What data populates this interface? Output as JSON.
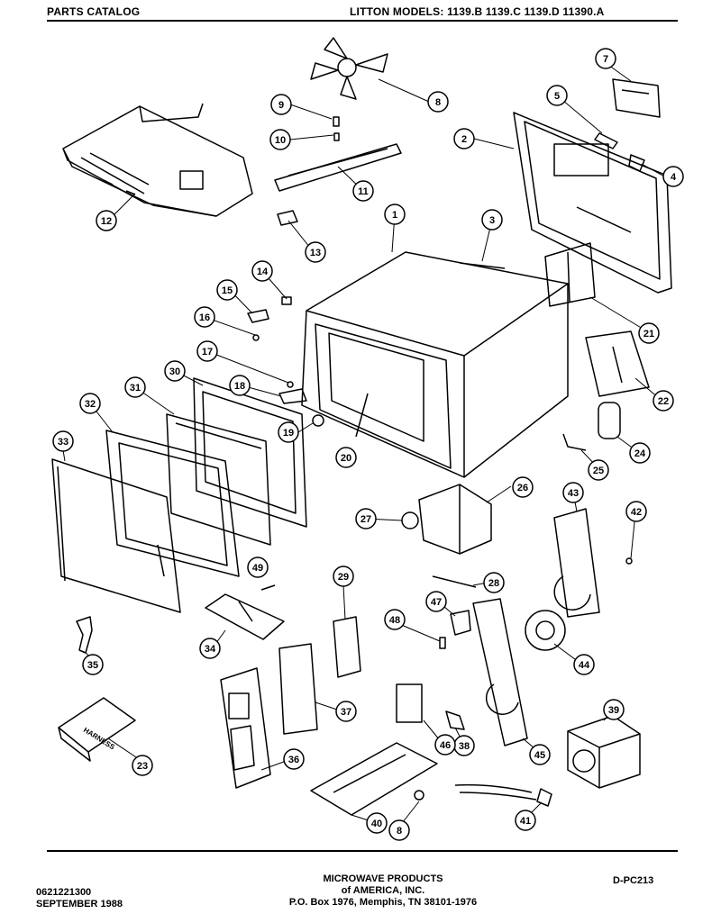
{
  "header": {
    "left": "PARTS CATALOG",
    "right": "LITTON MODELS: 1139.B  1139.C  1139.D  11390.A"
  },
  "callouts": [
    {
      "id": "c1",
      "label": "1"
    },
    {
      "id": "c2",
      "label": "2"
    },
    {
      "id": "c3",
      "label": "3"
    },
    {
      "id": "c4",
      "label": "4"
    },
    {
      "id": "c5",
      "label": "5"
    },
    {
      "id": "c7",
      "label": "7"
    },
    {
      "id": "c8a",
      "label": "8"
    },
    {
      "id": "c9",
      "label": "9"
    },
    {
      "id": "c10",
      "label": "10"
    },
    {
      "id": "c11",
      "label": "11"
    },
    {
      "id": "c12",
      "label": "12"
    },
    {
      "id": "c13",
      "label": "13"
    },
    {
      "id": "c14",
      "label": "14"
    },
    {
      "id": "c15",
      "label": "15"
    },
    {
      "id": "c16",
      "label": "16"
    },
    {
      "id": "c17",
      "label": "17"
    },
    {
      "id": "c18",
      "label": "18"
    },
    {
      "id": "c19",
      "label": "19"
    },
    {
      "id": "c20",
      "label": "20"
    },
    {
      "id": "c21",
      "label": "21"
    },
    {
      "id": "c22",
      "label": "22"
    },
    {
      "id": "c23",
      "label": "23"
    },
    {
      "id": "c24",
      "label": "24"
    },
    {
      "id": "c25",
      "label": "25"
    },
    {
      "id": "c26",
      "label": "26"
    },
    {
      "id": "c27",
      "label": "27"
    },
    {
      "id": "c28",
      "label": "28"
    },
    {
      "id": "c29",
      "label": "29"
    },
    {
      "id": "c30",
      "label": "30"
    },
    {
      "id": "c31",
      "label": "31"
    },
    {
      "id": "c32",
      "label": "32"
    },
    {
      "id": "c33",
      "label": "33"
    },
    {
      "id": "c34",
      "label": "34"
    },
    {
      "id": "c35",
      "label": "35"
    },
    {
      "id": "c36",
      "label": "36"
    },
    {
      "id": "c37",
      "label": "37"
    },
    {
      "id": "c38",
      "label": "38"
    },
    {
      "id": "c39",
      "label": "39"
    },
    {
      "id": "c40",
      "label": "40"
    },
    {
      "id": "c41",
      "label": "41"
    },
    {
      "id": "c42",
      "label": "42"
    },
    {
      "id": "c43",
      "label": "43"
    },
    {
      "id": "c44",
      "label": "44"
    },
    {
      "id": "c45",
      "label": "45"
    },
    {
      "id": "c46",
      "label": "46"
    },
    {
      "id": "c47",
      "label": "47"
    },
    {
      "id": "c48",
      "label": "48"
    },
    {
      "id": "c49",
      "label": "49"
    },
    {
      "id": "c8b",
      "label": "8"
    }
  ],
  "harness_label": "HARNESS",
  "footer": {
    "left_line1": "0621221300",
    "left_line2": "SEPTEMBER 1988",
    "center_line1": "MICROWAVE PRODUCTS",
    "center_line2": "of AMERICA, INC.",
    "center_line3": "P.O. Box 1976,  Memphis, TN  38101-1976",
    "right": "D-PC213"
  }
}
